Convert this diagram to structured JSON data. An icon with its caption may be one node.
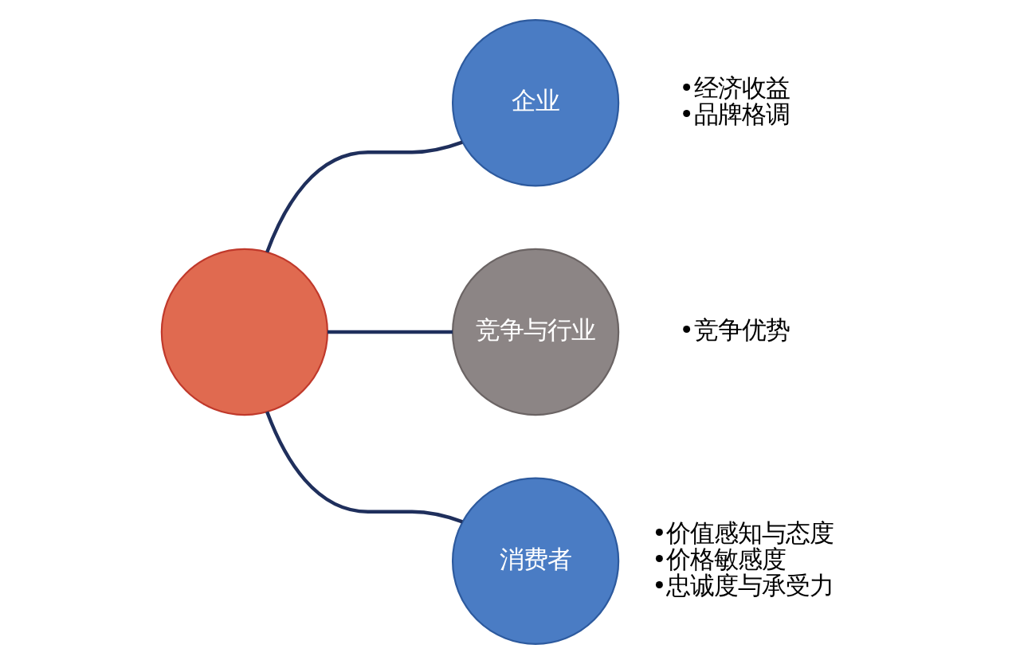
{
  "diagram": {
    "nodes": [
      {
        "text": [
          "企业"
        ],
        "beside": [
          "•经济收益",
          "•品牌格调"
        ]
      },
      {
        "text": [],
        "shape": "circle"
      },
      {
        "text": [
          "竞争与行业"
        ],
        "beside": [
          "•竞争优势"
        ]
      },
      {
        "text": [
          "消费者"
        ],
        "beside": [
          "•价值感知与态度",
          "•价格敏感度",
          "•忠诚度与承受力"
        ]
      }
    ],
    "edges": [
      {
        "from": 1,
        "to": 0,
        "arrow": "none"
      },
      {
        "from": 1,
        "to": 2,
        "arrow": "none"
      },
      {
        "from": 1,
        "to": 3,
        "arrow": "none"
      }
    ]
  }
}
